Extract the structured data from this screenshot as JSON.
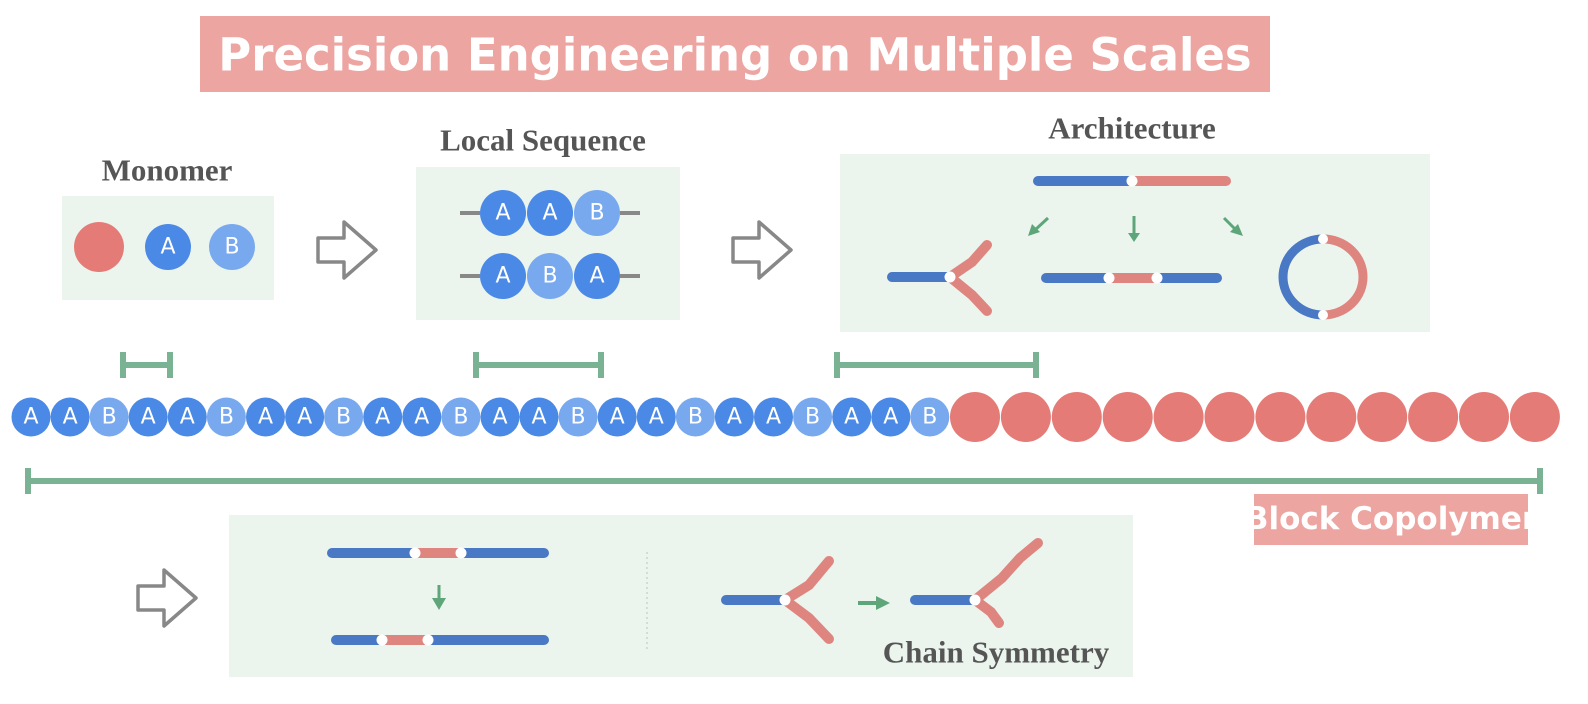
{
  "title": "Precision Engineering on Multiple Scales",
  "colors": {
    "title_banner": "#eda5a1",
    "panel_bg": "#ebf5ee",
    "monomer_red": "#e57b76",
    "monomer_a": "#4b89e6",
    "monomer_b": "#78a9ef",
    "chain_blue": "#4978c4",
    "chain_red": "#df8580",
    "bracket_green": "#79b394",
    "arrow_green": "#5ea67a",
    "heading_gray": "#555555",
    "block_label_bg": "#eda5a1"
  },
  "monomer": {
    "heading": "Monomer",
    "a_label": "A",
    "b_label": "B"
  },
  "local_sequence": {
    "heading": "Local Sequence",
    "rows": [
      [
        "A",
        "A",
        "B"
      ],
      [
        "A",
        "B",
        "A"
      ]
    ]
  },
  "architecture": {
    "heading": "Architecture"
  },
  "chain": {
    "sequence": [
      "A",
      "A",
      "B",
      "A",
      "A",
      "B",
      "A",
      "A",
      "B",
      "A",
      "A",
      "B",
      "A",
      "A",
      "B",
      "A",
      "A",
      "B",
      "A",
      "A",
      "B",
      "A",
      "A",
      "B"
    ],
    "red_block_count": 12
  },
  "block_copolymer": {
    "label": "Block Copolymer"
  },
  "chain_symmetry": {
    "heading": "Chain Symmetry"
  },
  "icons": {
    "step_arrow": "hollow-right-arrow-icon",
    "transform_arrow": "green-arrow-icon",
    "scale_bracket": "scale-bracket-icon"
  }
}
